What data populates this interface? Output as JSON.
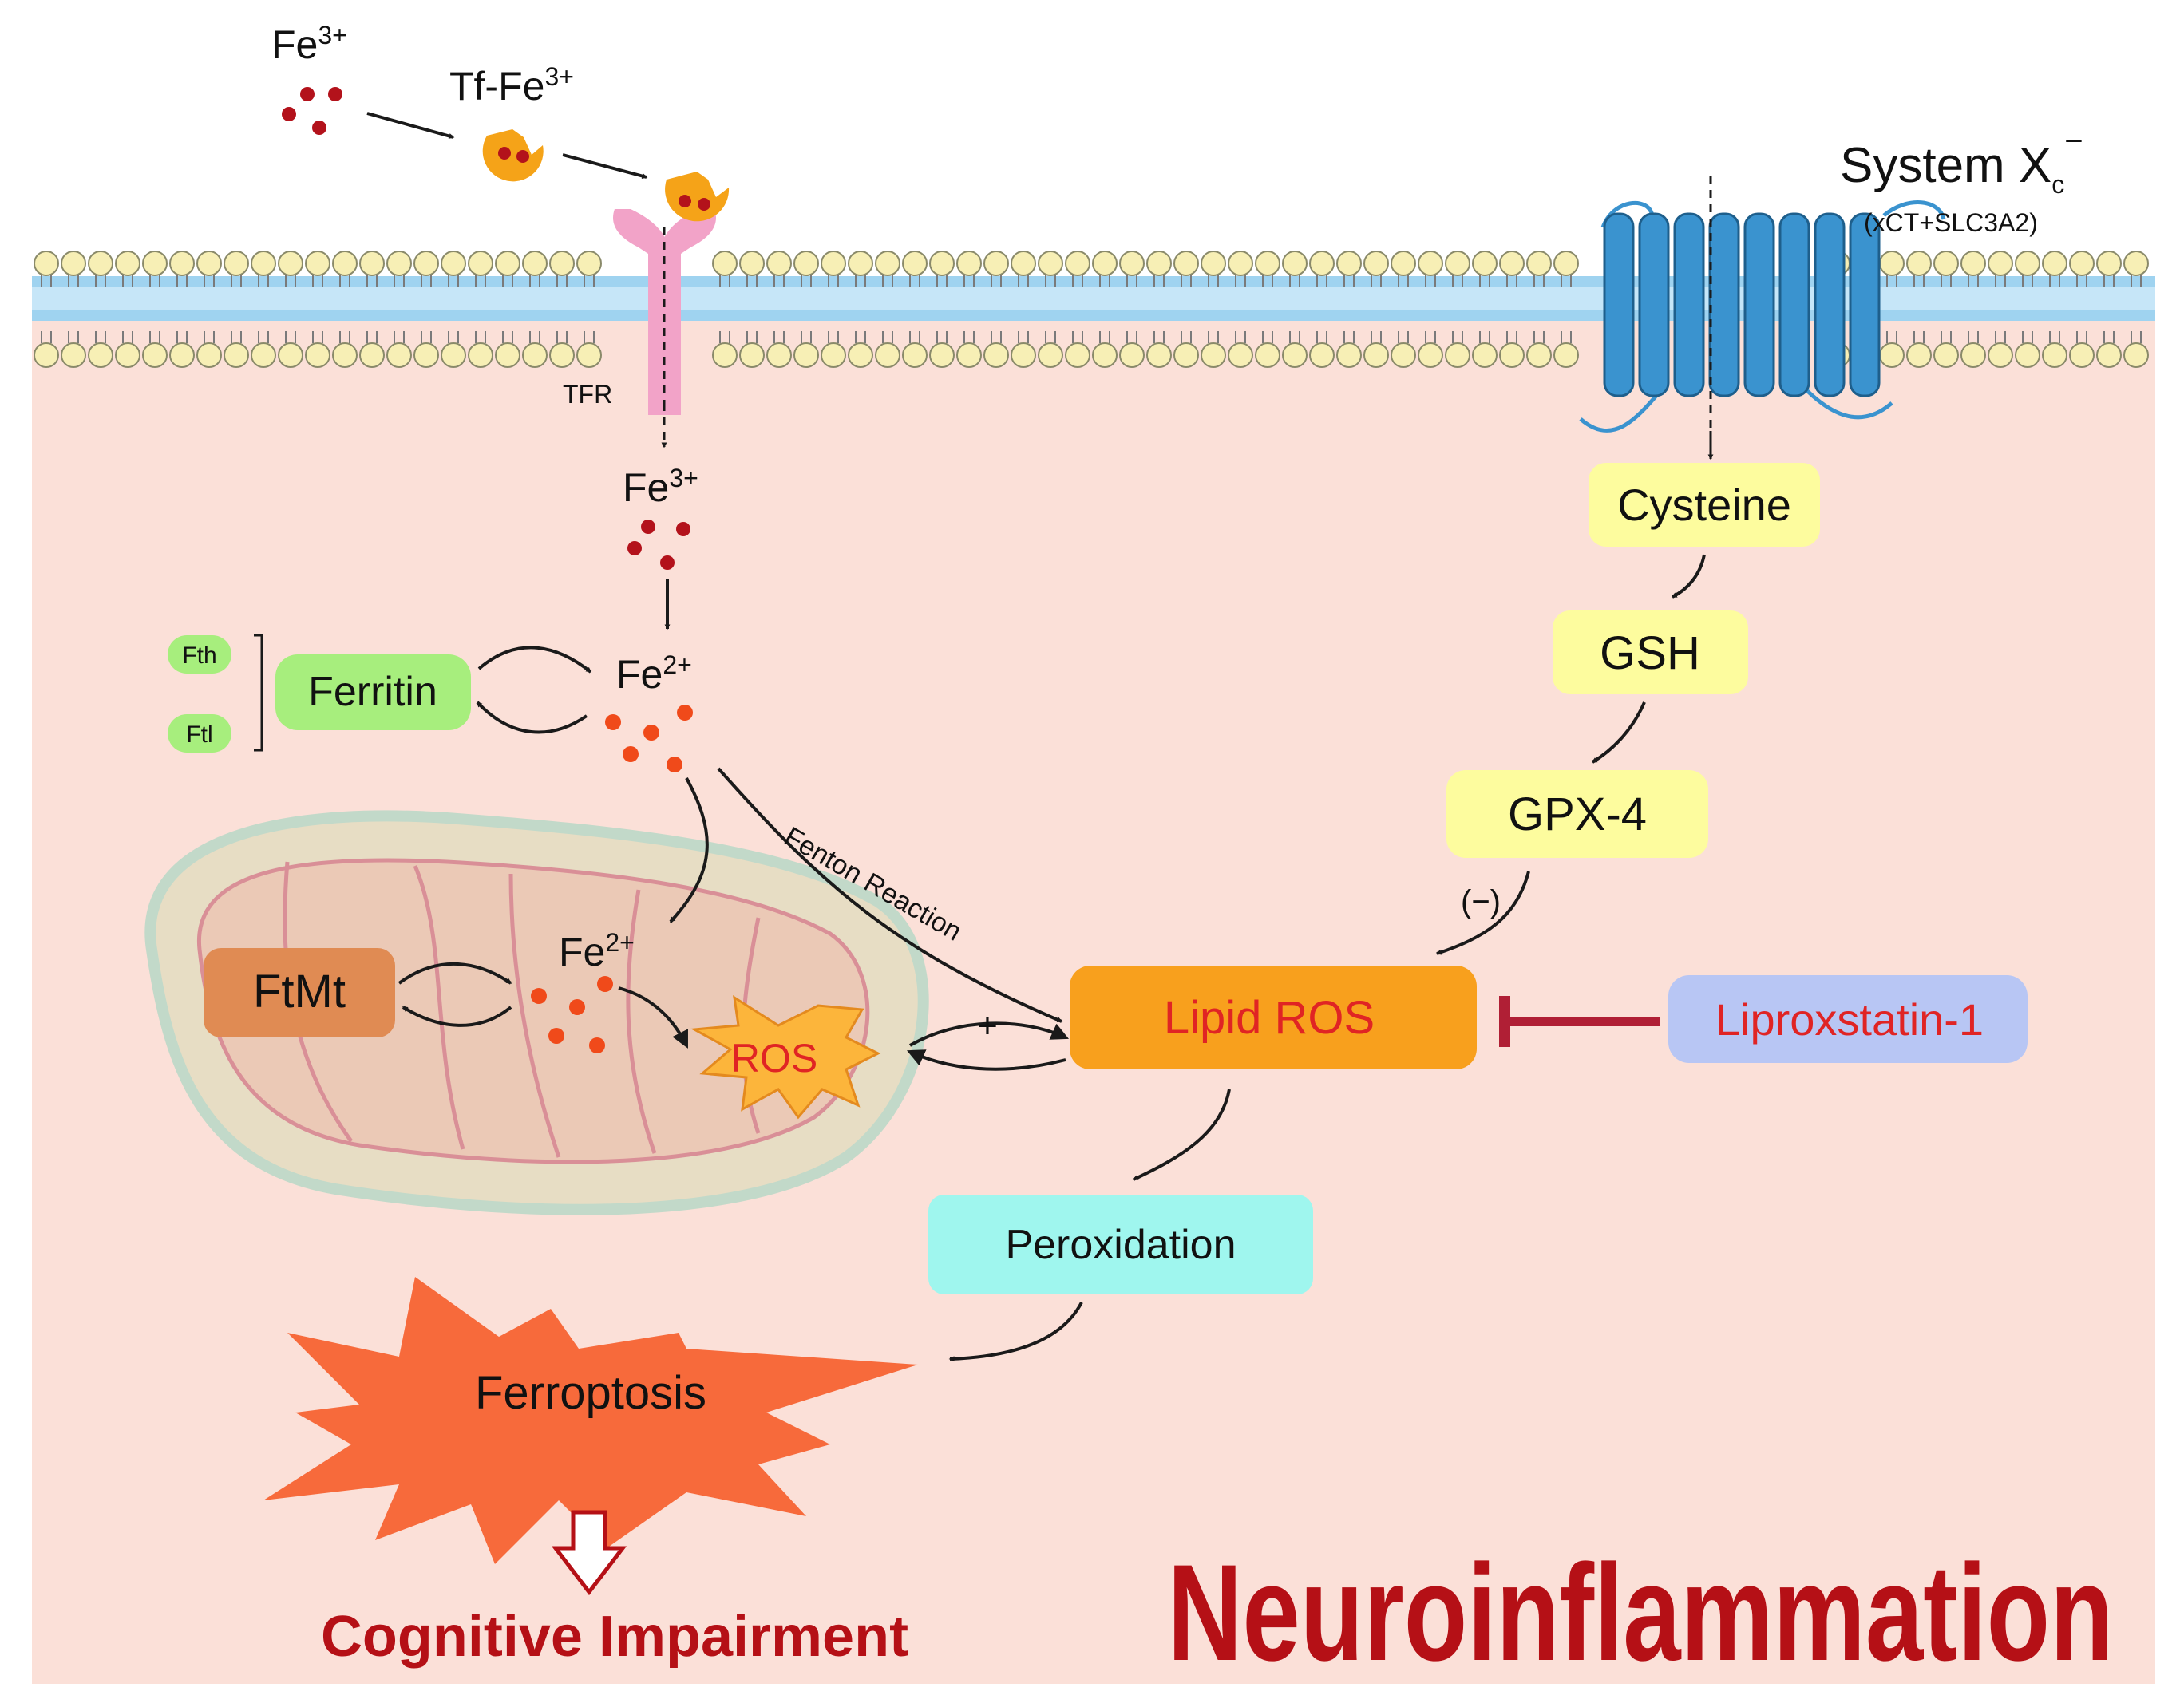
{
  "colors": {
    "cytoplasm": "#fbe0d8",
    "membrane_blue": "#9fd3f0",
    "lipid_head": "#f7efb5",
    "iron3_dot": "#b3121b",
    "iron2_dot": "#f04a1a",
    "transferrin": "#f5a318",
    "receptor": "#f2a3c8",
    "transporter": "#3a93cf",
    "yellow_box": "#fdfc9e",
    "green_box": "#a7ee7d",
    "orange_box": "#f8a01d",
    "cyan_box": "#9ff6ee",
    "lavender_box": "#b8c6f4",
    "ftmt_box": "#e08b53",
    "ros_burst": "#fcb53b",
    "ferroptosis_burst": "#f76a3b",
    "inhibitor": "#b01f35",
    "title_red": "#b51016"
  },
  "labels": {
    "fe3_outside": "Fe",
    "fe3_outside_sup": "3+",
    "tf_fe3": "Tf-Fe",
    "tf_fe3_sup": "3+",
    "tfr": "TFR",
    "fe3_inside": "Fe",
    "fe3_inside_sup": "3+",
    "fe2": "Fe",
    "fe2_sup": "2+",
    "fe2_mito": "Fe",
    "fe2_mito_sup": "2+",
    "fth": "Fth",
    "ftl": "Ftl",
    "ferritin": "Ferritin",
    "ftmt": "FtMt",
    "ros": "ROS",
    "plus": "+",
    "fenton": "Fenton Reaction",
    "system": "System X",
    "system_sub": "c",
    "system_sup": "−",
    "system_components": "(xCT+SLC3A2)",
    "cysteine": "Cysteine",
    "gsh": "GSH",
    "gpx4": "GPX-4",
    "minus": "(−)",
    "lipid_ros": "Lipid ROS",
    "liproxstatin": "Liproxstatin-1",
    "peroxidation": "Peroxidation",
    "ferroptosis": "Ferroptosis",
    "cognitive": "Cognitive Impairment",
    "neuroinflammation": "Neuroinflammation"
  }
}
